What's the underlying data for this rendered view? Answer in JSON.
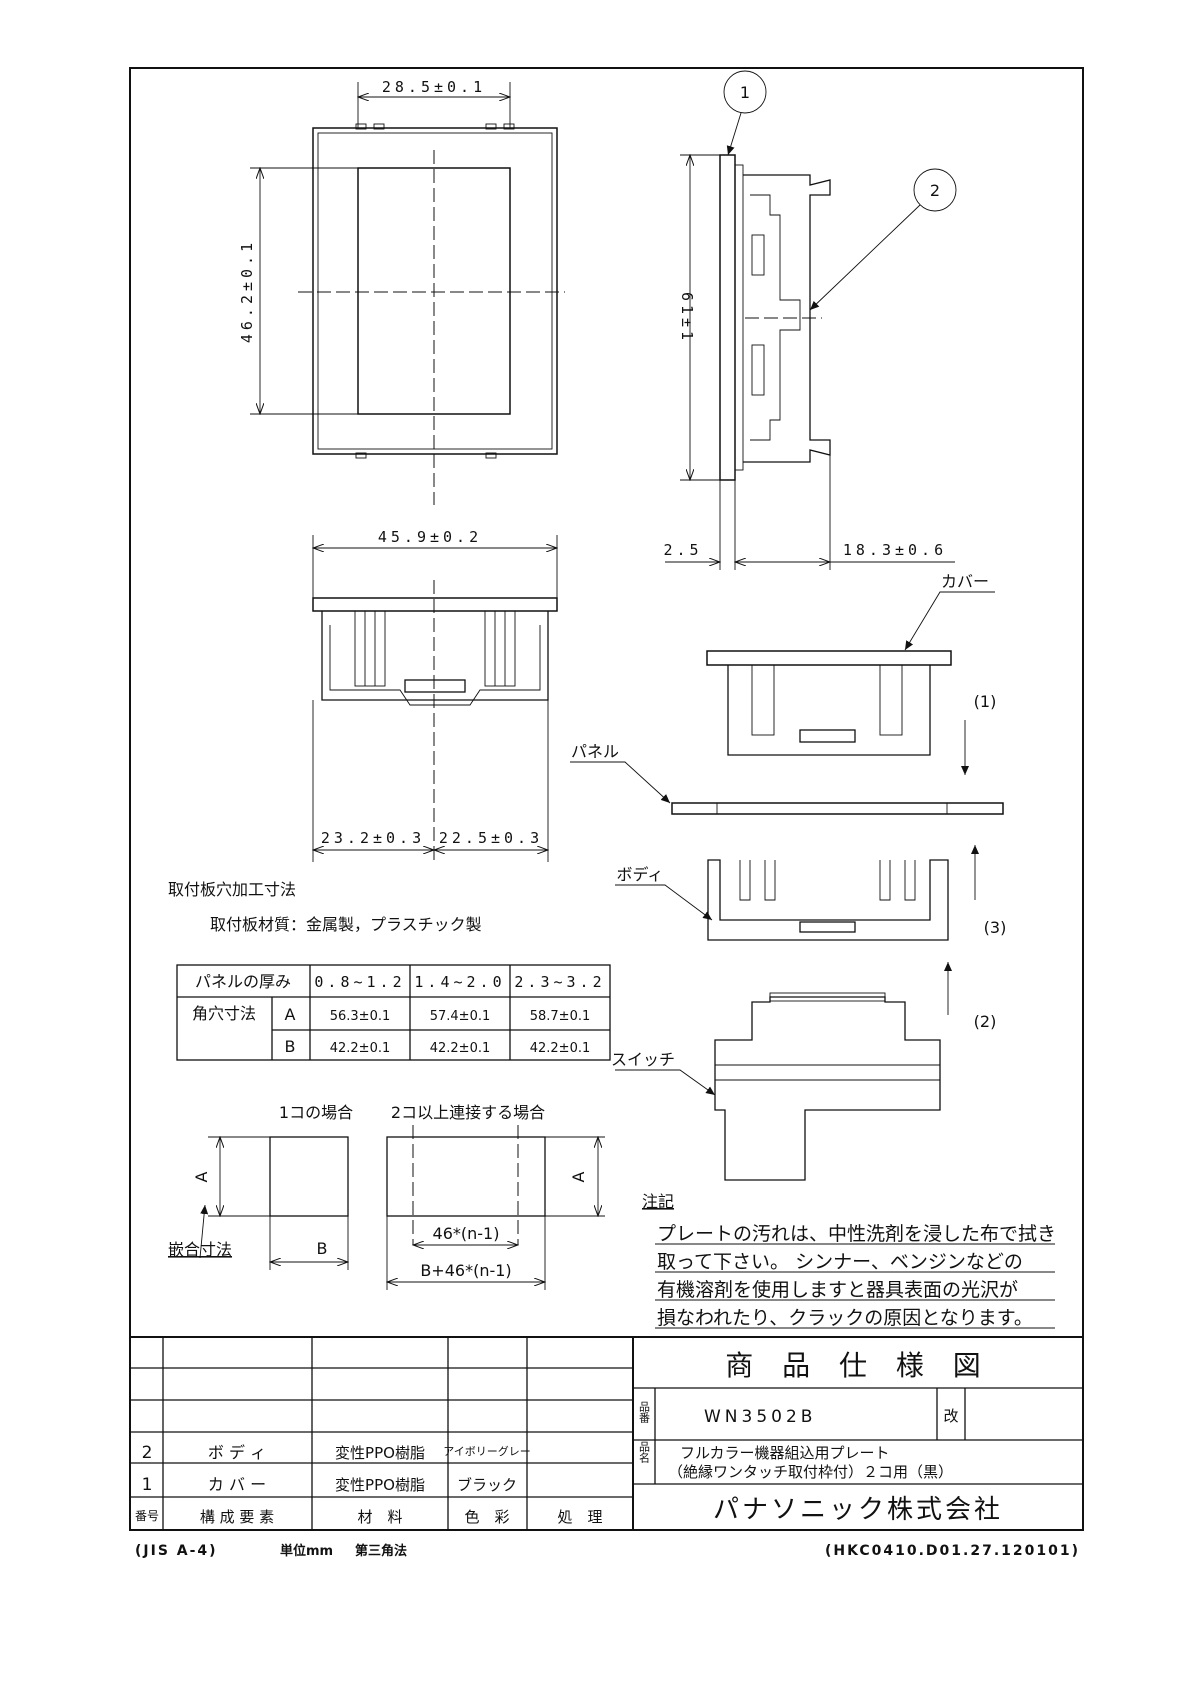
{
  "dimensions": {
    "width_inner": "28.5±0.1",
    "height_inner": "46.2±0.1",
    "height_side": "61±1",
    "thickness_plate": "2.5",
    "depth": "18.3±0.6",
    "width_outer": "45.9±0.2",
    "left_offset": "23.2±0.3",
    "right_offset": "22.5±0.3"
  },
  "balloons": [
    "1",
    "2"
  ],
  "assembly": {
    "cover_label": "カバー",
    "panel_label": "パネル",
    "body_label": "ボディ",
    "switch_label": "スイッチ",
    "step1": "(1)",
    "step2": "(2)",
    "step3": "(3)"
  },
  "cutout": {
    "title": "取付板穴加工寸法",
    "material": "取付板材質：金属製，プラスチック製",
    "table": {
      "header": [
        "パネルの厚み",
        "0.8~1.2",
        "1.4~2.0",
        "2.3~3.2"
      ],
      "row_label": "角穴寸法",
      "rows": [
        {
          "key": "A",
          "values": [
            "56.3±0.1",
            "57.4±0.1",
            "58.7±0.1"
          ]
        },
        {
          "key": "B",
          "values": [
            "42.2±0.1",
            "42.2±0.1",
            "42.2±0.1"
          ]
        }
      ]
    },
    "single_label": "1コの場合",
    "multi_label": "2コ以上連接する場合",
    "fit_label": "嵌合寸法",
    "dim_a": "A",
    "dim_b": "B",
    "dim_pitch": "46*(n-1)",
    "dim_total": "B+46*(n-1)"
  },
  "notes": {
    "title": "注記",
    "lines": [
      "プレートの汚れは、中性洗剤を浸した布で拭き",
      "取って下さい。 シンナー、ベンジンなどの",
      "有機溶剤を使用しますと器具表面の光沢が",
      "損なわれたり、クラックの原因となります。"
    ]
  },
  "parts_list": {
    "rows": [
      {
        "no": "2",
        "name": "ボ デ ィ",
        "material": "変性PPO樹脂",
        "color": "アイボリーグレー",
        "treatment": ""
      },
      {
        "no": "1",
        "name": "カ バ ー",
        "material": "変性PPO樹脂",
        "color": "ブラック",
        "treatment": ""
      }
    ],
    "header": {
      "no": "番号",
      "name": "構 成 要 素",
      "material": "材　料",
      "color": "色　彩",
      "treatment": "処　理"
    }
  },
  "title_block": {
    "title": "商 品 仕 様 図",
    "part_no_label": "品番",
    "part_no": "WN3502B",
    "rev_label": "改",
    "name_label": "品名",
    "name_line1": "フルカラー機器組込用プレート",
    "name_line2": "（絶縁ワンタッチ取付枠付）２コ用（黒）",
    "company": "パナソニック株式会社"
  },
  "footer": {
    "paper": "(JIS A-4)",
    "unit": "単位mm",
    "projection": "第三角法",
    "doc_no": "(HKC0410.D01.27.120101)"
  }
}
